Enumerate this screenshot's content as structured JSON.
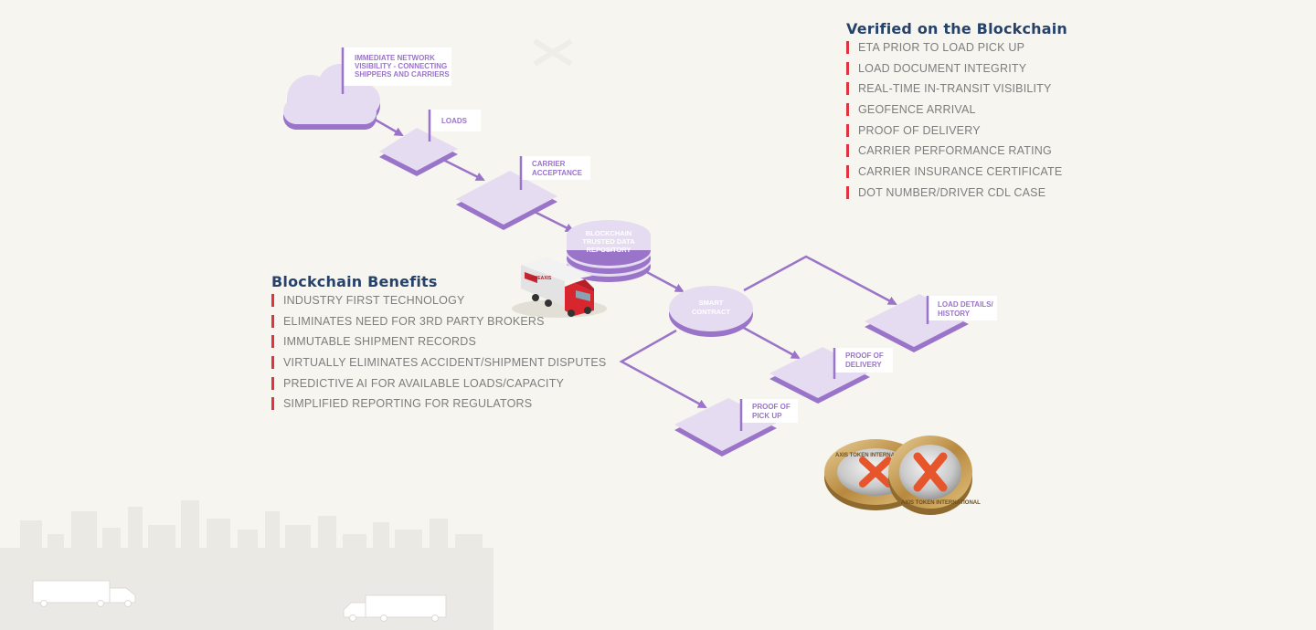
{
  "verified": {
    "title": "Verified on the Blockchain",
    "items": [
      "ETA PRIOR TO LOAD PICK UP",
      "LOAD DOCUMENT INTEGRITY",
      "REAL-TIME IN-TRANSIT VISIBILITY",
      "GEOFENCE ARRIVAL",
      "PROOF OF DELIVERY",
      "CARRIER PERFORMANCE RATING",
      "CARRIER INSURANCE CERTIFICATE",
      "DOT NUMBER/DRIVER CDL CASE"
    ]
  },
  "benefits": {
    "title": "Blockchain Benefits",
    "items": [
      "INDUSTRY FIRST TECHNOLOGY",
      "ELIMINATES NEED FOR 3RD PARTY BROKERS",
      "IMMUTABLE SHIPMENT RECORDS",
      "VIRTUALLY ELIMINATES ACCIDENT/SHIPMENT DISPUTES",
      "PREDICTIVE AI FOR AVAILABLE LOADS/CAPACITY",
      "SIMPLIFIED REPORTING FOR REGULATORS"
    ]
  },
  "flow": {
    "network_line1": "IMMEDIATE NETWORK",
    "network_line2": "VISIBILITY - CONNECTING",
    "network_line3": "SHIPPERS AND CARRIERS",
    "loads": "LOADS",
    "carrier_line1": "CARRIER",
    "carrier_line2": "ACCEPTANCE",
    "repo_line1": "BLOCKCHAIN",
    "repo_line2": "TRUSTED DATA",
    "repo_line3": "REPOSITORY",
    "contract_line1": "SMART",
    "contract_line2": "CONTRACT",
    "details_line1": "LOAD DETAILS/",
    "details_line2": "HISTORY",
    "delivery_line1": "PROOF OF",
    "delivery_line2": "DELIVERY",
    "pickup_line1": "PROOF OF",
    "pickup_line2": "PICK UP"
  },
  "truck_brand": "LANEAXIS",
  "coin": {
    "text_top": "AXIS TOKEN INTERNATIONAL",
    "text_bottom": "AXIS TOKEN INTERNATIONAL"
  },
  "colors": {
    "purple": "#9a74c9",
    "lavender": "#e8e0f2",
    "heading": "#27426a",
    "bullet": "#e0323f",
    "gold": "#c9a25a"
  }
}
